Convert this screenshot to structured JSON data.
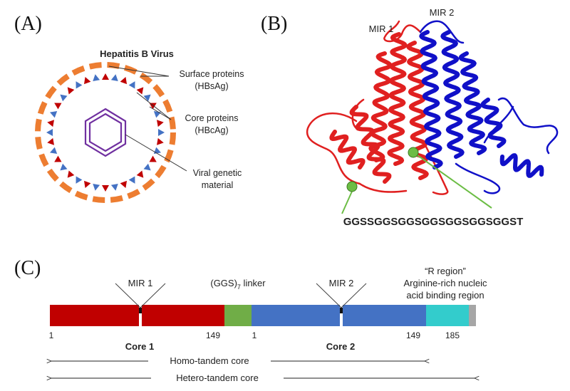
{
  "panels": {
    "a": {
      "label": "(A)"
    },
    "b": {
      "label": "(B)"
    },
    "c": {
      "label": "(C)"
    }
  },
  "virus": {
    "title": "Hepatitis B Virus",
    "surface_line1": "Surface proteins",
    "surface_line2": "(HBsAg)",
    "core_line1": "Core proteins",
    "core_line2": "(HBcAg)",
    "genetic_line1": "Viral genetic",
    "genetic_line2": "material"
  },
  "structure": {
    "mir1": "MIR 1",
    "mir2": "MIR 2",
    "linker_sequence": "GGSSGGSGGSGGSGGSGGSGGST"
  },
  "construct": {
    "mir1": "MIR 1",
    "mir2": "MIR 2",
    "linker_prefix": "(GGS)",
    "linker_subscript": "7",
    "linker_suffix": " linker",
    "r_region_line1": "“R region”",
    "r_region_line2": "Arginine-rich nucleic",
    "r_region_line3": "acid binding region",
    "tick_1a": "1",
    "tick_149a": "149",
    "tick_1b": "1",
    "tick_149b": "149",
    "tick_185": "185",
    "core1": "Core 1",
    "core2": "Core 2",
    "homo": "Homo-tandem core",
    "hetero": "Hetero-tandem core"
  },
  "colors": {
    "red": "#c00000",
    "green": "#70ad47",
    "blue": "#4472c4",
    "cyan": "#33cccc",
    "grey": "#a6a6a6",
    "orange": "#ed7d31",
    "purple": "#7030a0",
    "protein_red": "#e02020",
    "protein_blue": "#1010c8",
    "linker_green": "#6cbd45"
  }
}
